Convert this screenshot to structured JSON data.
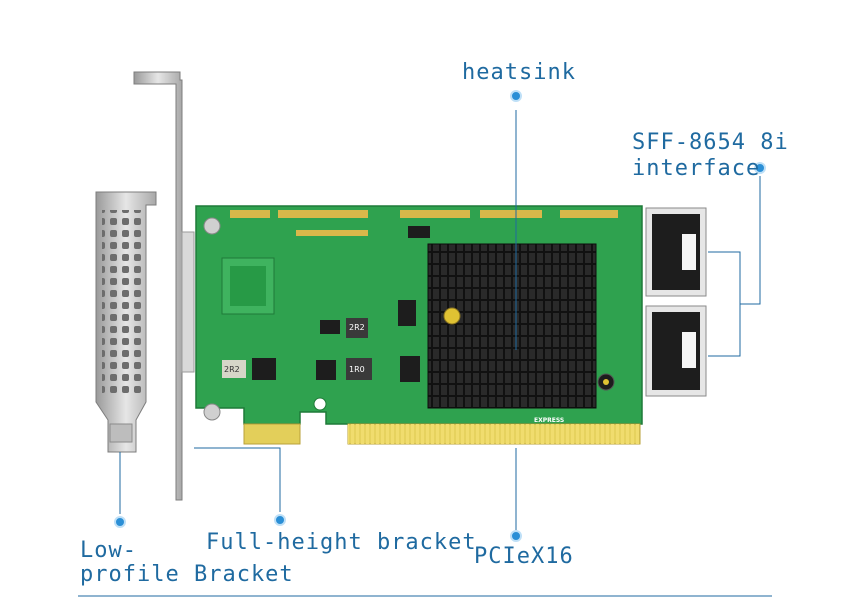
{
  "labels": {
    "heatsink": "heatsink",
    "sff_line1": "SFF-8654 8i",
    "sff_line2": "interface",
    "full_height": "Full-height bracket",
    "pcie": "PCIeX16",
    "low_profile_line1": "Low-",
    "low_profile_line2": "profile Bracket"
  },
  "board_markings": {
    "heatsink_logo": "EXPRESS",
    "inductor_left": "2R2",
    "inductor_right": "1R0",
    "inductor_top": "2R2"
  },
  "colors": {
    "accent": "#1f6aa0",
    "dot": "#2b8fd6",
    "pcb": "#2fa24f",
    "gold": "#e3cf5a",
    "heatsink": "#181818",
    "bracket": "#c9c9c9"
  }
}
